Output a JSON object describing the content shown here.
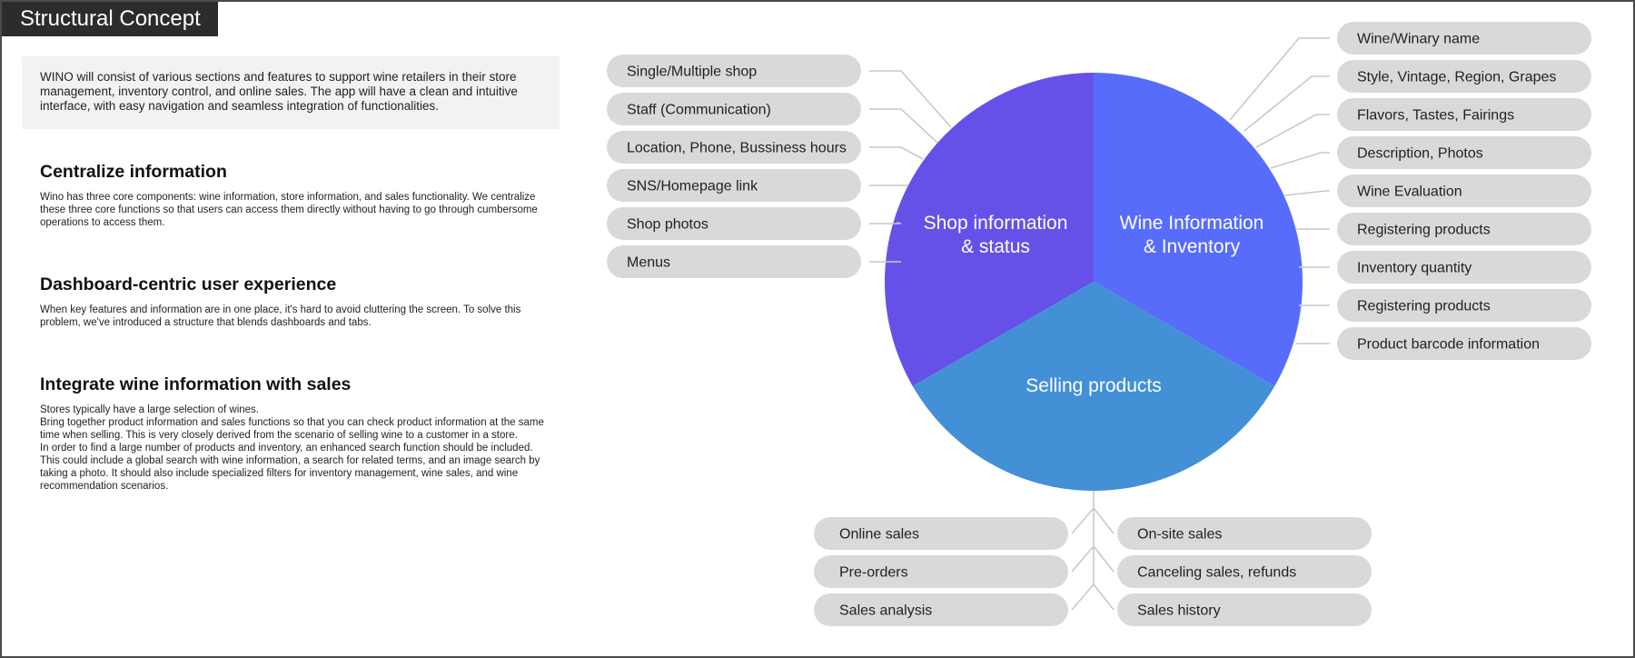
{
  "page": {
    "title": "Structural Concept",
    "intro": "WINO will consist of various sections and features to support wine retailers in their store management, inventory control, and online sales. The app will have a clean and intuitive interface, with easy navigation and seamless integration of functionalities."
  },
  "sections": [
    {
      "heading": "Centralize information",
      "body": [
        "Wino has three core components: wine information, store information, and sales functionality. We centralize",
        "these three core functions so that users can access them directly without having to go through cumbersome",
        "operations to access them."
      ]
    },
    {
      "heading": "Dashboard-centric user experience",
      "body": [
        "When key features and information are in one place, it's hard to avoid cluttering the screen. To solve this",
        "problem, we've introduced a structure that blends dashboards and tabs."
      ]
    },
    {
      "heading": "Integrate wine information with sales",
      "body": [
        "Stores typically have a large selection of wines.",
        "Bring together product information and sales functions so that you can check product information at the same",
        "time when selling. This is very closely derived from the scenario of selling wine to a customer in a store.",
        "In order to find a large number of products and inventory, an enhanced search function should be included.",
        "This could include a global search with wine information, a search for related terms, and an image search by",
        "taking a photo. It should also include specialized filters for inventory management, wine sales, and wine",
        "recommendation scenarios."
      ]
    }
  ],
  "diagram": {
    "wedges": [
      {
        "id": "shop",
        "label": [
          "Shop information",
          "& status"
        ],
        "color": "#6651e8"
      },
      {
        "id": "wine",
        "label": [
          "Wine Information",
          "& Inventory"
        ],
        "color": "#586cfc"
      },
      {
        "id": "selling",
        "label": [
          "Selling products"
        ],
        "color": "#4390d6"
      }
    ],
    "shop_items": [
      "Single/Multiple shop",
      "Staff (Communication)",
      "Location, Phone, Bussiness hours",
      "SNS/Homepage link",
      "Shop photos",
      "Menus"
    ],
    "wine_items": [
      "Wine/Winary name",
      "Style, Vintage, Region, Grapes",
      "Flavors, Tastes, Fairings",
      "Description, Photos",
      "Wine Evaluation",
      "Registering products",
      "Inventory quantity",
      "Registering products",
      "Product barcode information"
    ],
    "selling_left_items": [
      "Online sales",
      "Pre-orders",
      "Sales analysis"
    ],
    "selling_right_items": [
      "On-site sales",
      "Canceling sales, refunds",
      "Sales history"
    ],
    "connector_color": "#c8c8c8",
    "pill_color": "#d9d9d9"
  }
}
